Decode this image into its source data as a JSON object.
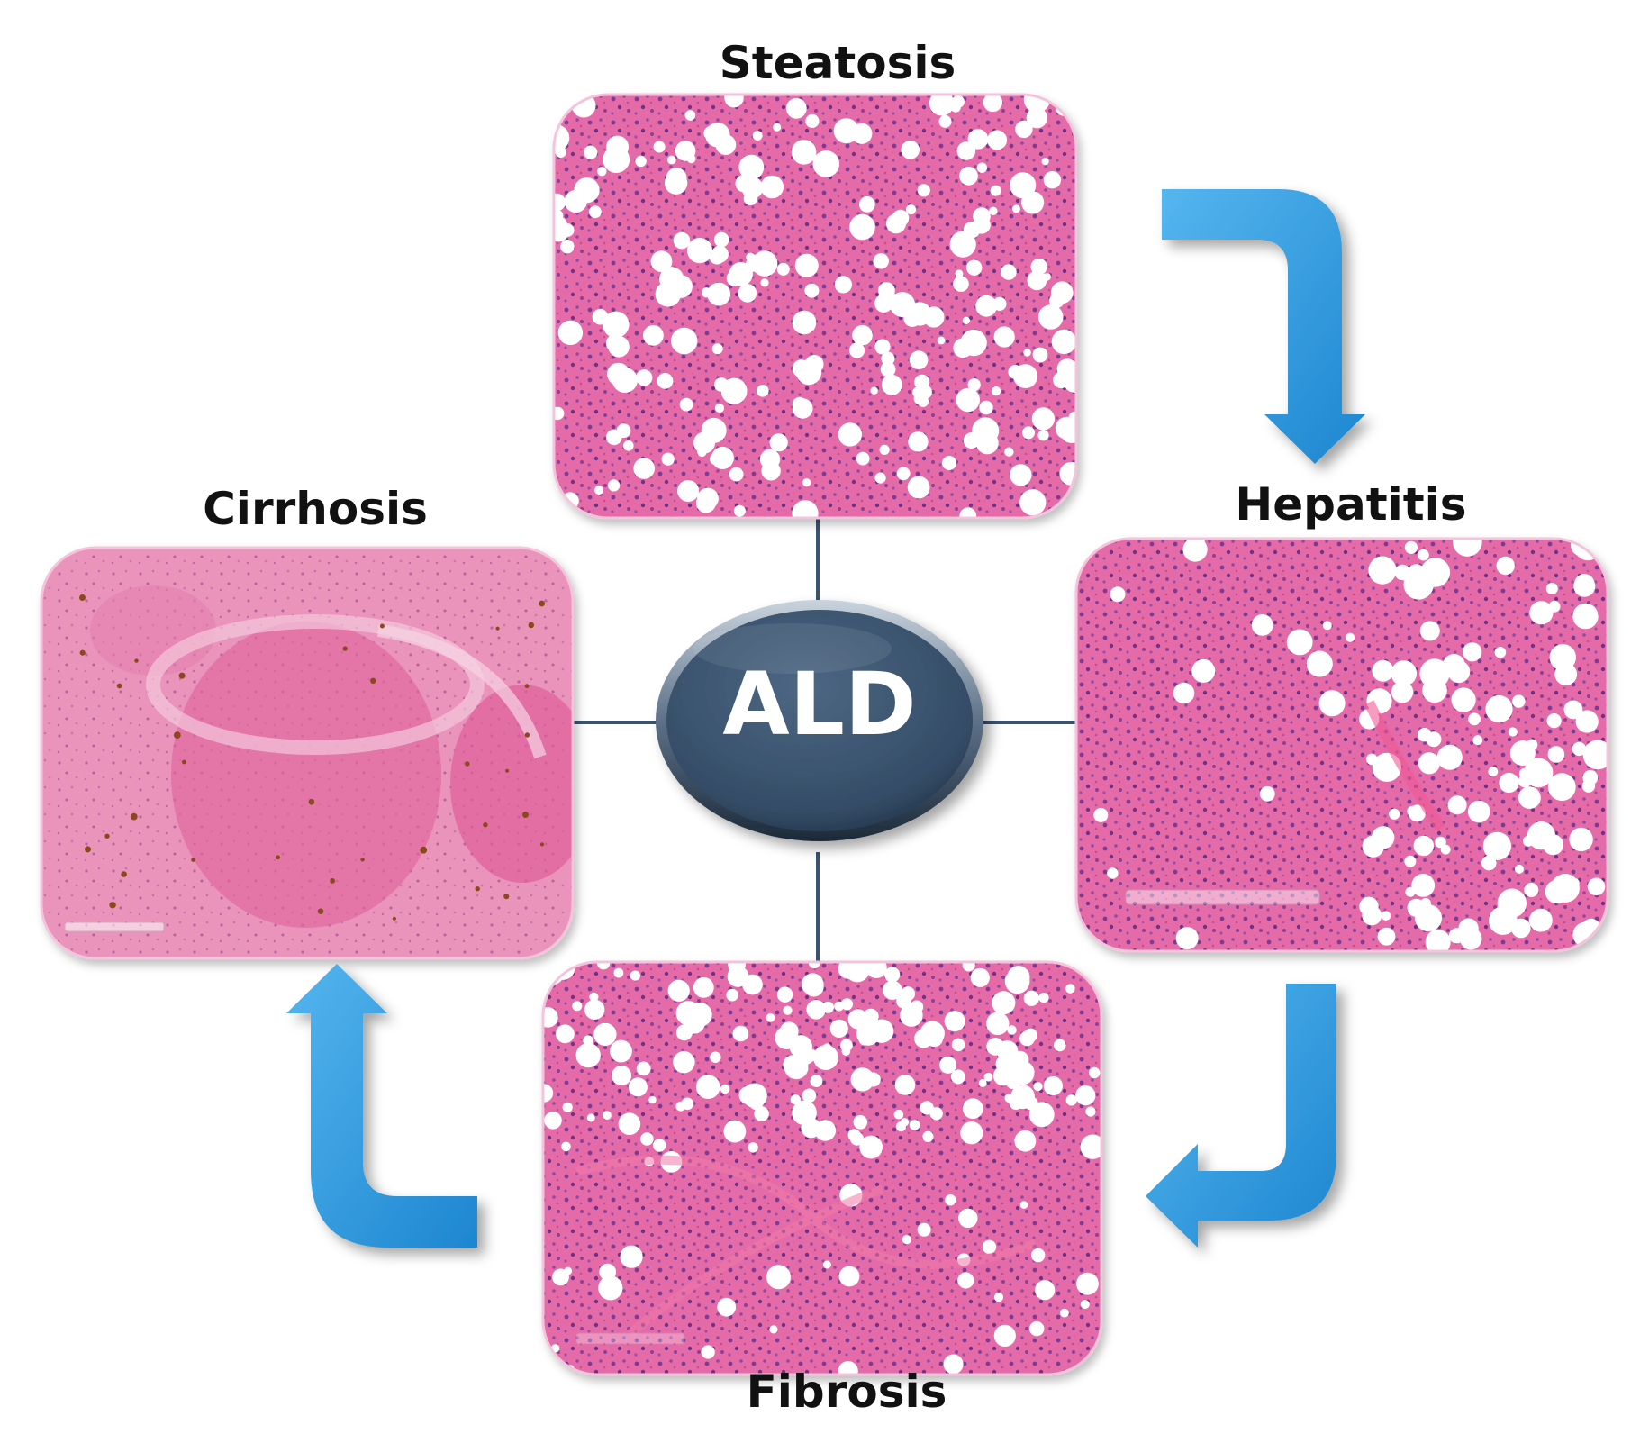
{
  "center": {
    "label": "ALD",
    "fill": "#3b536e"
  },
  "stages": [
    {
      "id": "steatosis",
      "label": "Steatosis"
    },
    {
      "id": "hepatitis",
      "label": "Hepatitis"
    },
    {
      "id": "fibrosis",
      "label": "Fibrosis"
    },
    {
      "id": "cirrhosis",
      "label": "Cirrhosis"
    }
  ],
  "colors": {
    "arrow": "#2f9be0",
    "connector": "#3b536e",
    "tissue": "#e56aa6",
    "tissue_cirrhosis": "#e88fb8",
    "nuclei": "#8a3f96"
  },
  "icons": [
    "curved-arrow-icon"
  ]
}
